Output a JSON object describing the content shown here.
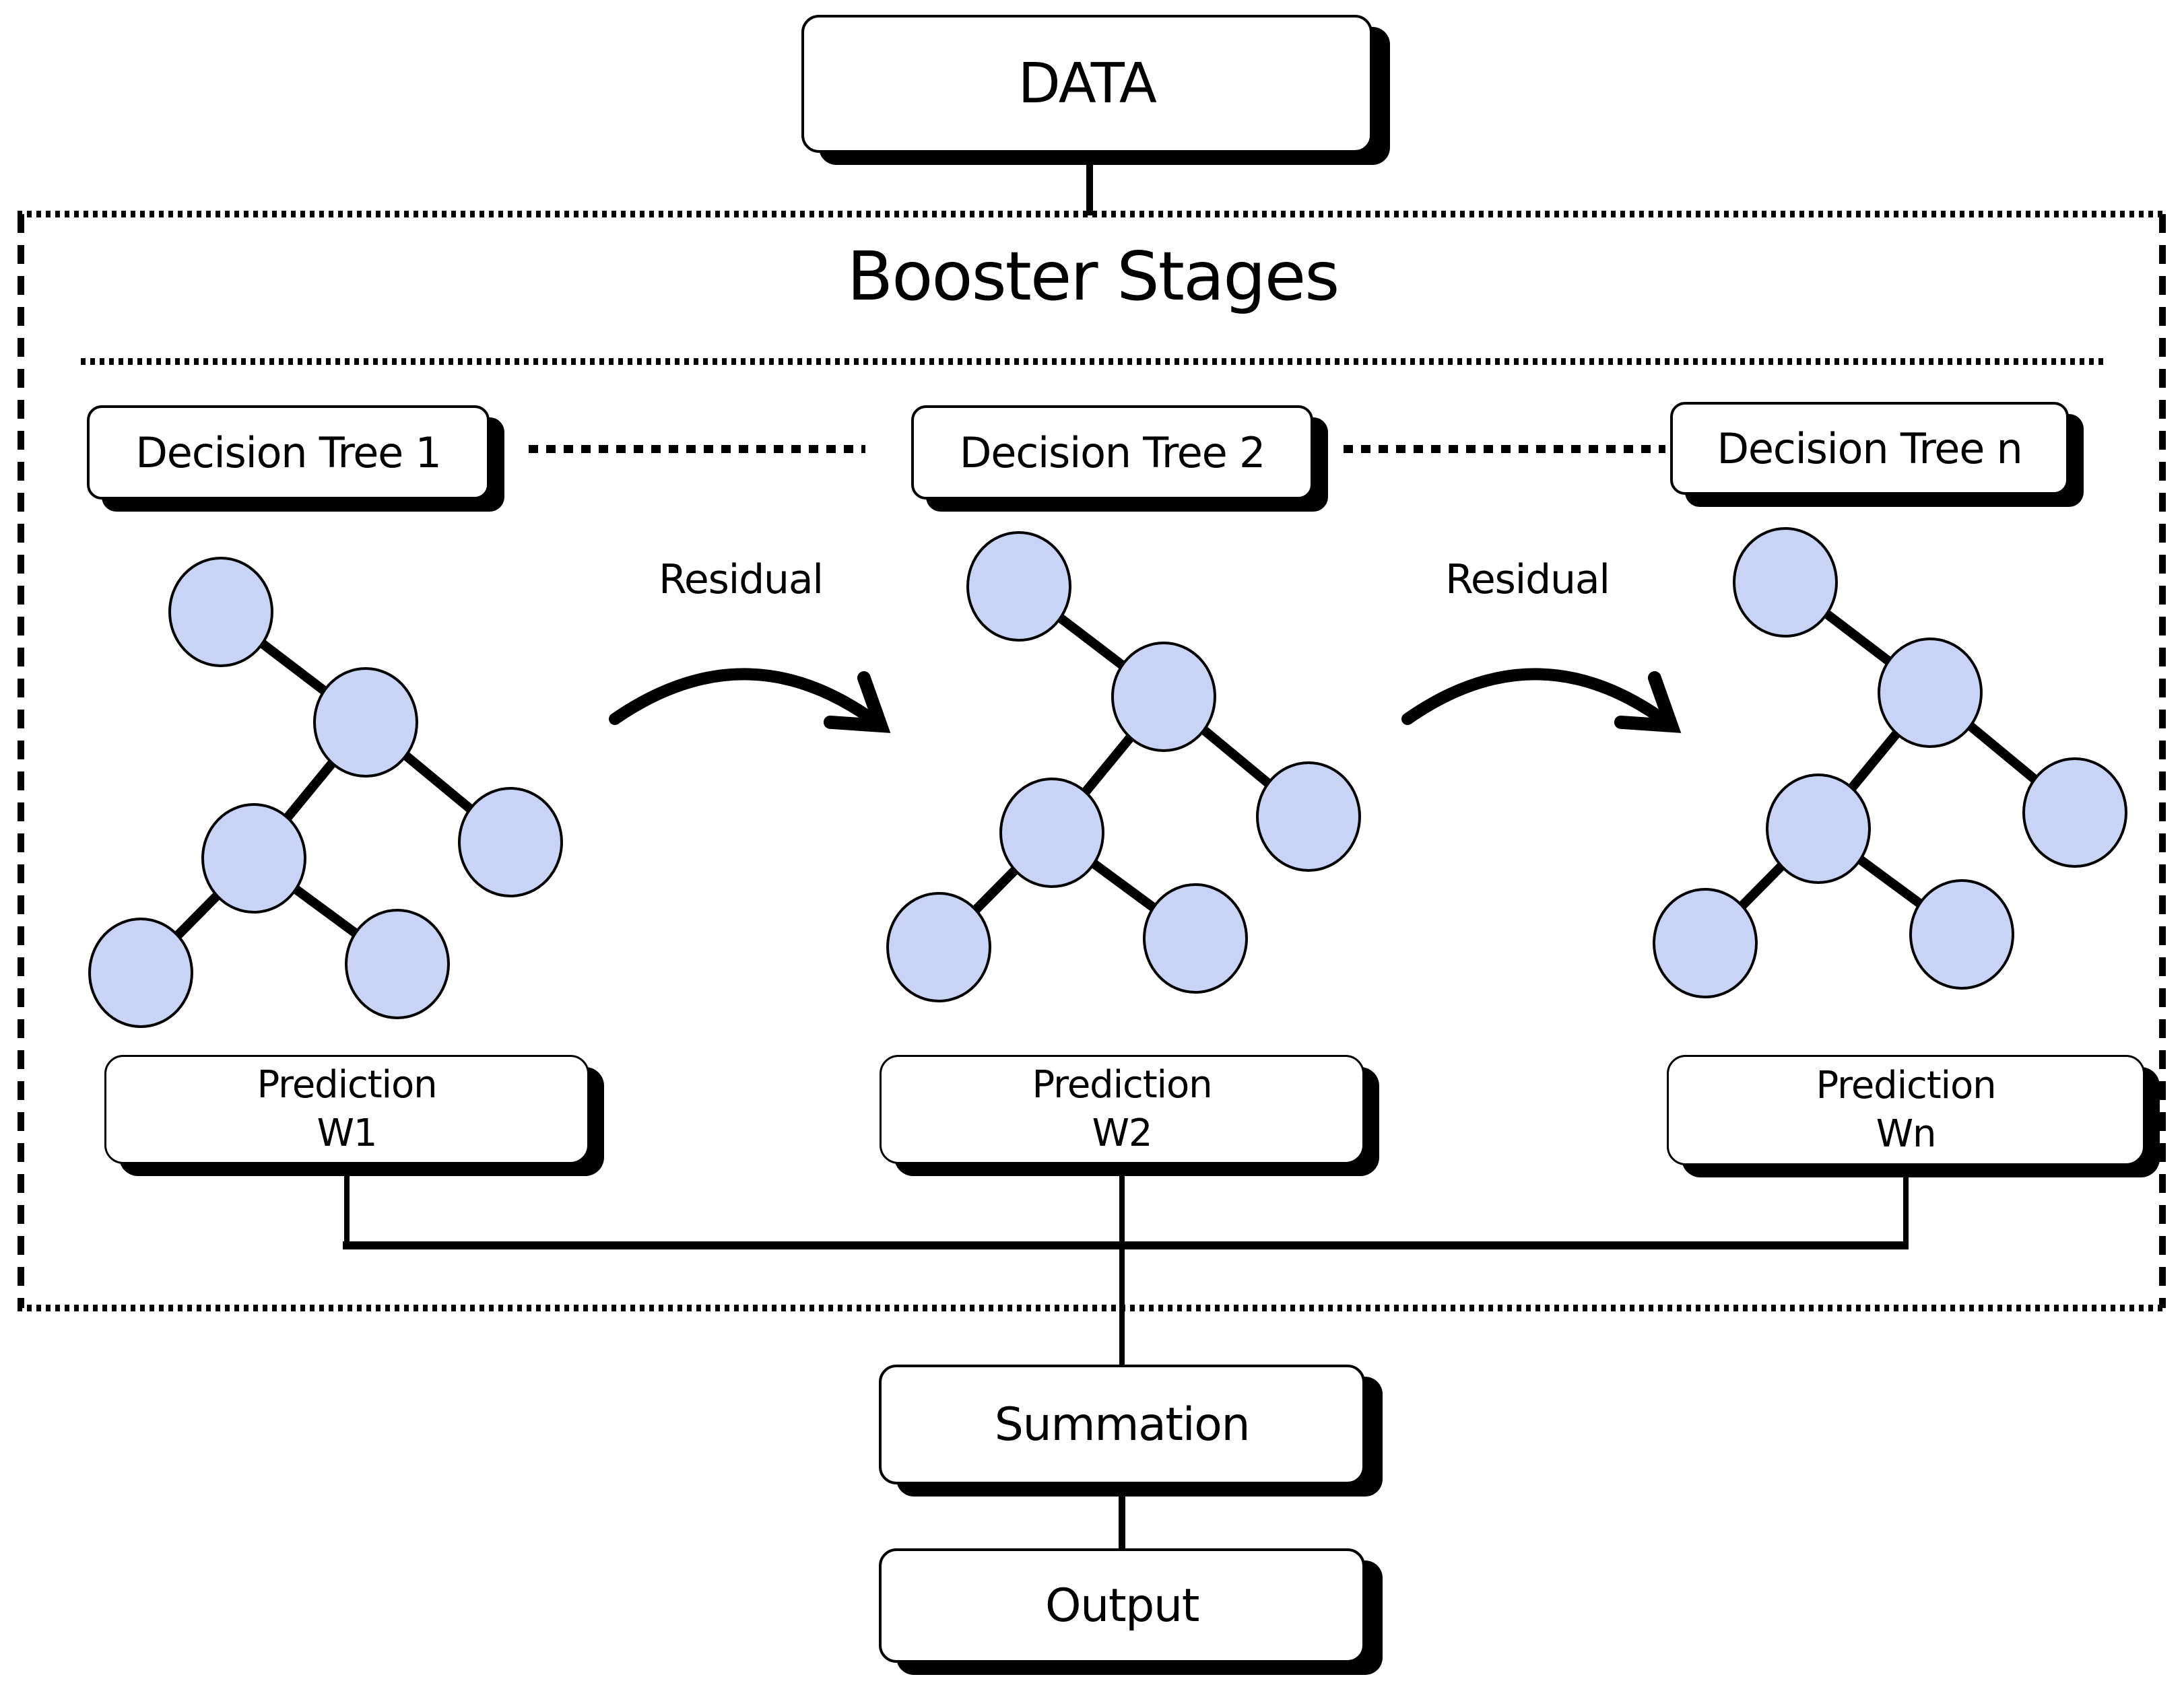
{
  "data_box": {
    "label": "DATA"
  },
  "booster": {
    "title": "Booster Stages",
    "stages": [
      {
        "tree_label": "Decision Tree 1",
        "prediction": {
          "line1": "Prediction",
          "line2": "W1"
        }
      },
      {
        "tree_label": "Decision Tree 2",
        "prediction": {
          "line1": "Prediction",
          "line2": "W2"
        }
      },
      {
        "tree_label": "Decision Tree n",
        "prediction": {
          "line1": "Prediction",
          "line2": "Wn"
        }
      }
    ],
    "residuals": [
      {
        "label": "Residual"
      },
      {
        "label": "Residual"
      }
    ]
  },
  "summation_box": {
    "label": "Summation"
  },
  "output_box": {
    "label": "Output"
  },
  "icons": {
    "residual_arrow": "curved-arrow-down-right",
    "tree_node": "decision-tree-node-circle"
  },
  "colors": {
    "node_fill": "#c9d3f6",
    "line": "#000000",
    "box_background": "#ffffff"
  }
}
